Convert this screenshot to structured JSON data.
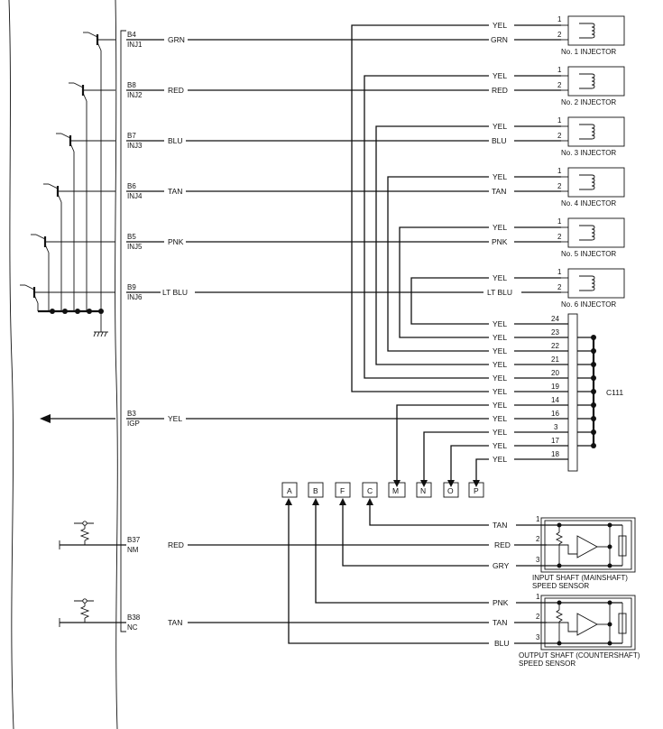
{
  "ecm_pins": [
    {
      "pin": "B4",
      "name": "INJ1",
      "wire": "GRN"
    },
    {
      "pin": "B8",
      "name": "INJ2",
      "wire": "RED"
    },
    {
      "pin": "B7",
      "name": "INJ3",
      "wire": "BLU"
    },
    {
      "pin": "B6",
      "name": "INJ4",
      "wire": "TAN"
    },
    {
      "pin": "B5",
      "name": "INJ5",
      "wire": "PNK"
    },
    {
      "pin": "B9",
      "name": "INJ6",
      "wire": "LT BLU"
    },
    {
      "pin": "B3",
      "name": "IGP",
      "wire": "YEL"
    },
    {
      "pin": "B37",
      "name": "NM",
      "wire": "RED"
    },
    {
      "pin": "B38",
      "name": "NC",
      "wire": "TAN"
    }
  ],
  "injectors": [
    {
      "label": "No. 1 INJECTOR",
      "feed_wire": "YEL",
      "signal_wire": "GRN",
      "pin1": "1",
      "pin2": "2"
    },
    {
      "label": "No. 2 INJECTOR",
      "feed_wire": "YEL",
      "signal_wire": "RED",
      "pin1": "1",
      "pin2": "2"
    },
    {
      "label": "No. 3 INJECTOR",
      "feed_wire": "YEL",
      "signal_wire": "BLU",
      "pin1": "1",
      "pin2": "2"
    },
    {
      "label": "No. 4 INJECTOR",
      "feed_wire": "YEL",
      "signal_wire": "TAN",
      "pin1": "1",
      "pin2": "2"
    },
    {
      "label": "No. 5 INJECTOR",
      "feed_wire": "YEL",
      "signal_wire": "PNK",
      "pin1": "1",
      "pin2": "2"
    },
    {
      "label": "No. 6 INJECTOR",
      "feed_wire": "YEL",
      "signal_wire": "LT BLU",
      "pin1": "1",
      "pin2": "2"
    }
  ],
  "connector": {
    "label": "C111",
    "rows": [
      {
        "pin": "24",
        "wire": "YEL"
      },
      {
        "pin": "23",
        "wire": "YEL"
      },
      {
        "pin": "22",
        "wire": "YEL"
      },
      {
        "pin": "21",
        "wire": "YEL"
      },
      {
        "pin": "20",
        "wire": "YEL"
      },
      {
        "pin": "19",
        "wire": "YEL"
      },
      {
        "pin": "14",
        "wire": "YEL"
      },
      {
        "pin": "16",
        "wire": "YEL"
      },
      {
        "pin": "3",
        "wire": "YEL"
      },
      {
        "pin": "17",
        "wire": "YEL"
      },
      {
        "pin": "18",
        "wire": "YEL"
      }
    ]
  },
  "ref_boxes": [
    "A",
    "B",
    "F",
    "C",
    "M",
    "N",
    "O",
    "P"
  ],
  "sensors": [
    {
      "label1": "INPUT SHAFT (MAINSHAFT)",
      "label2": "SPEED SENSOR",
      "wires": [
        {
          "pin": "1",
          "wire": "TAN"
        },
        {
          "pin": "2",
          "wire": "RED"
        },
        {
          "pin": "3",
          "wire": "GRY"
        }
      ]
    },
    {
      "label1": "OUTPUT SHAFT (COUNTERSHAFT)",
      "label2": "SPEED SENSOR",
      "wires": [
        {
          "pin": "1",
          "wire": "PNK"
        },
        {
          "pin": "2",
          "wire": "TAN"
        },
        {
          "pin": "3",
          "wire": "BLU"
        }
      ]
    }
  ]
}
